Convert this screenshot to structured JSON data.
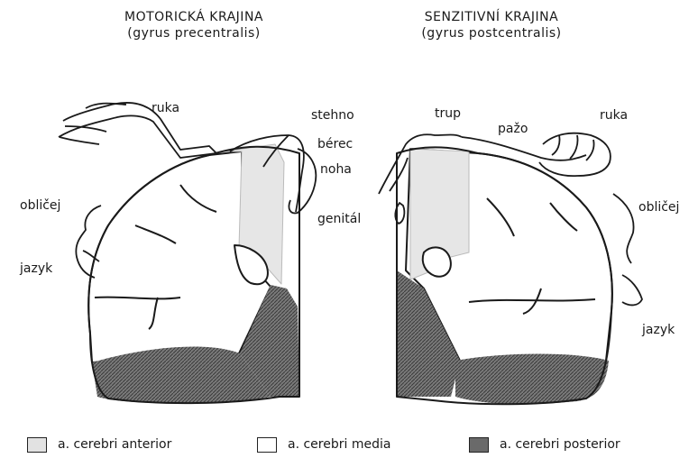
{
  "titles": {
    "left_line1": "MOTORICKÁ KRAJINA",
    "left_line2": "(gyrus precentralis)",
    "right_line1": "SENZITIVNÍ KRAJINA",
    "right_line2": "(gyrus postcentralis)"
  },
  "left_labels": {
    "ruka": "ruka",
    "oblicej": "obličej",
    "jazyk": "jazyk",
    "stehno": "stehno",
    "borec": "bérec",
    "noha": "noha",
    "genital": "genitál"
  },
  "right_labels": {
    "trup": "trup",
    "pazo": "pažo",
    "ruka": "ruka",
    "oblicej": "obličej",
    "jazyk": "jazyk"
  },
  "legend": [
    {
      "label": "a. cerebri anterior",
      "fill": "#e2e2e2"
    },
    {
      "label": "a. cerebri media",
      "fill": "#ffffff"
    },
    {
      "label": "a. cerebri posterior",
      "fill": "#6a6a6a"
    }
  ]
}
